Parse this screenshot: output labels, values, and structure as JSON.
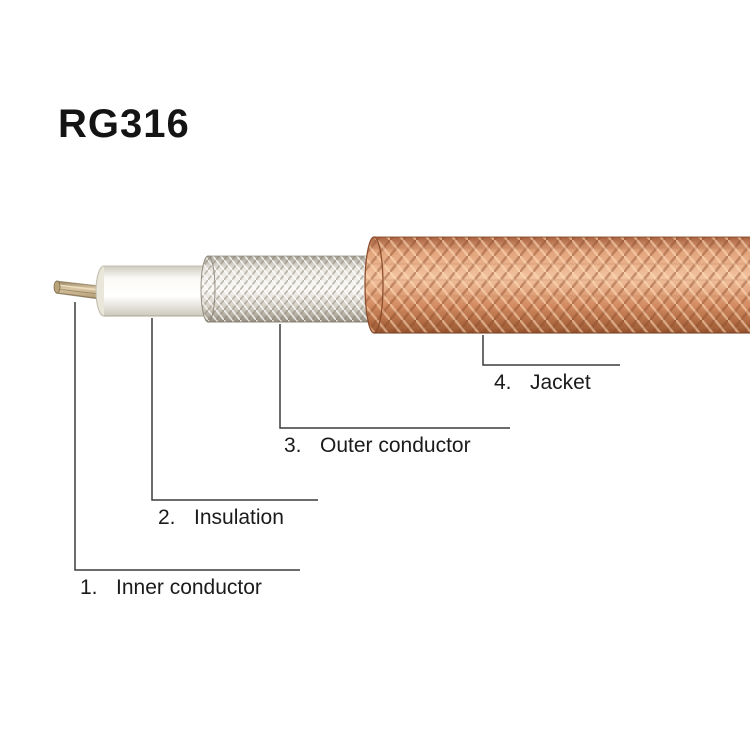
{
  "title": "RG316",
  "labels": [
    {
      "number": "1.",
      "text": "Inner conductor"
    },
    {
      "number": "2.",
      "text": "Insulation"
    },
    {
      "number": "3.",
      "text": "Outer conductor"
    },
    {
      "number": "4.",
      "text": "Jacket"
    }
  ],
  "cable_parts": [
    "inner-conductor",
    "insulation",
    "outer-conductor",
    "jacket"
  ],
  "colors": {
    "jacket_copper": "#d89770",
    "jacket_highlight": "#f0bf9c",
    "jacket_shadow": "#9e5a38",
    "outer_conductor_silver": "#ece9e2",
    "insulation_white": "#fdfcf8",
    "inner_conductor_tan": "#cdb58e",
    "leader_line": "#3c3c3c",
    "text": "#1b1b1b",
    "background": "#ffffff"
  }
}
